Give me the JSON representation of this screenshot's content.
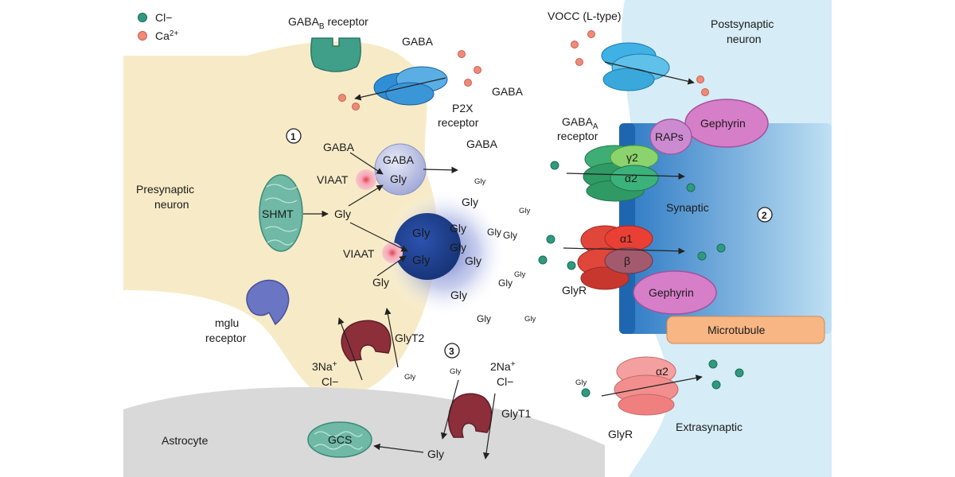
{
  "legend": {
    "chloride": "Cl−",
    "calcium_base": "Ca",
    "calcium_sup": "2+",
    "chloride_color": "#2e9a7f",
    "calcium_color": "#f08a78"
  },
  "colors": {
    "presynaptic": "#f7ebc7",
    "postsynaptic": "#d6ecf6",
    "synaptic_zone": "#3f8fd0",
    "astrocyte": "#d9d9d9",
    "gephyrin": "#d77ec9",
    "microtubule": "#f7b684",
    "glyr_alpha1": "#e0463a",
    "glyr_beta": "#a35a6c",
    "gabaa_green": "#3fae74",
    "glyt": "#8d2f3a",
    "mitochondria": "#6fb9a6",
    "gaba_b": "#3f9f89",
    "mglu": "#6a75c4",
    "p2x": "#2f8fd6",
    "vocc": "#40b1e4",
    "vesicle_core": "#21479b",
    "extrasynaptic_glyr": "#f5a0a0"
  },
  "labels": {
    "gabab_receptor_base": "GABA",
    "gabab_receptor_sub": "B",
    "gabab_receptor_suffix": " receptor",
    "gaba_top": "GABA",
    "p2x_line1": "P2X",
    "p2x_line2": "receptor",
    "gaba_right_1": "GABA",
    "gaba_right_2": "GABA",
    "vocc": "VOCC (L-type)",
    "postsynaptic_line1": "Postsynaptic",
    "postsynaptic_line2": "neuron",
    "gephyrin_top": "Gephyrin",
    "raps": "RAPs",
    "gabaa_base": "GABA",
    "gabaa_sub": "A",
    "gabaa_line2": "receptor",
    "gamma2": "γ2",
    "alpha2_syn": "α2",
    "synaptic": "Synaptic",
    "marker_1": "1",
    "marker_2": "2",
    "marker_3": "3",
    "alpha1": "α1",
    "beta": "β",
    "glyr_synaptic": "GlyR",
    "gephyrin_bottom": "Gephyrin",
    "microtubule": "Microtubule",
    "alpha2_extra": "α2",
    "glyr_extra": "GlyR",
    "extrasynaptic": "Extrasynaptic",
    "presynaptic_line1": "Presynaptic",
    "presynaptic_line2": "neuron",
    "gaba_in_1": "GABA",
    "viaat_1": "VIAAT",
    "vesicle1_gaba": "GABA",
    "vesicle1_gly": "Gly",
    "shmt": "SHMT",
    "gly_shmt": "Gly",
    "viaat_2": "VIAAT",
    "vesicle2_gly_1": "Gly",
    "vesicle2_gly_2": "Gly",
    "gly_in_lower": "Gly",
    "mglu_line1": "mglu",
    "mglu_line2": "receptor",
    "glyt2": "GlyT2",
    "na3_base": "3Na",
    "na_sup": "+",
    "cl_minus": "Cl−",
    "na2_base": "2Na",
    "glyt1": "GlyT1",
    "astrocyte": "Astrocyte",
    "gcs": "GCS",
    "gly_astro": "Gly"
  },
  "cloud_gly": [
    "Gly",
    "Gly",
    "Gly",
    "Gly",
    "Gly",
    "Gly",
    "Gly",
    "Gly",
    "Gly",
    "Gly",
    "Gly",
    "Gly",
    "Gly",
    "Gly",
    "Gly",
    "Gly"
  ]
}
